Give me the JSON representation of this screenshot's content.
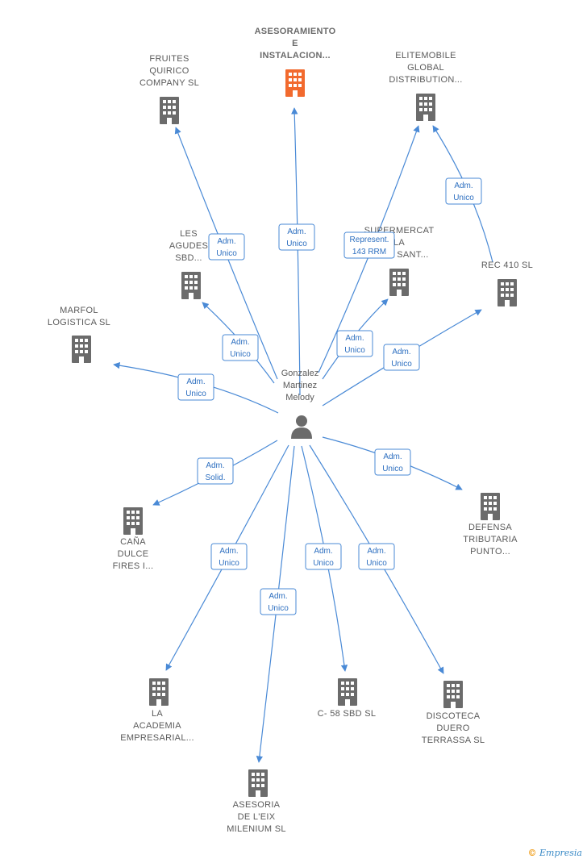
{
  "center": {
    "label_lines": [
      "Gonzalez",
      "Martinez",
      "Melody"
    ],
    "icon": "person-icon"
  },
  "companies": [
    {
      "id": "asesoramiento",
      "lines": [
        "ASESORAMIENTO",
        "E",
        "INSTALACION..."
      ],
      "highlight": true,
      "color": "#f26a2e"
    },
    {
      "id": "fruites",
      "lines": [
        "FRUITES",
        "QUIRICO",
        "COMPANY  SL"
      ]
    },
    {
      "id": "elitemobile",
      "lines": [
        "ELITEMOBILE",
        "GLOBAL",
        "DISTRIBUTION..."
      ]
    },
    {
      "id": "les-agudes",
      "lines": [
        "LES",
        "AGUDES",
        "SBD..."
      ]
    },
    {
      "id": "supermercat",
      "lines": [
        "SUPERMERCAT",
        "LA",
        "CASA SANT..."
      ]
    },
    {
      "id": "rec410",
      "lines": [
        "REC 410 SL"
      ]
    },
    {
      "id": "marfol",
      "lines": [
        "MARFOL",
        "LOGISTICA  SL"
      ]
    },
    {
      "id": "cana-dulce",
      "lines": [
        "CAÑA",
        "DULCE",
        "FIRES I..."
      ]
    },
    {
      "id": "defensa",
      "lines": [
        "DEFENSA",
        "TRIBUTARIA",
        "PUNTO..."
      ]
    },
    {
      "id": "academia",
      "lines": [
        "LA",
        "ACADEMIA",
        "EMPRESARIAL..."
      ]
    },
    {
      "id": "c58",
      "lines": [
        "C- 58 SBD SL"
      ]
    },
    {
      "id": "discoteca",
      "lines": [
        "DISCOTECA",
        "DUERO",
        "TERRASSA  SL"
      ]
    },
    {
      "id": "asesoria",
      "lines": [
        "ASESORIA",
        "DE L'EIX",
        "MILENIUM SL"
      ]
    }
  ],
  "relations": [
    {
      "target": "asesoramiento",
      "lines": [
        "Adm.",
        "Unico"
      ]
    },
    {
      "target": "fruites",
      "lines": [
        "Adm.",
        "Unico"
      ]
    },
    {
      "target": "elitemobile",
      "lines": [
        "Represent.",
        "143 RRM"
      ]
    },
    {
      "target": "elitemobile",
      "from": "rec410",
      "lines": [
        "Adm.",
        "Unico"
      ]
    },
    {
      "target": "les-agudes",
      "lines": [
        "Adm.",
        "Unico"
      ]
    },
    {
      "target": "supermercat",
      "lines": [
        "Adm.",
        "Unico"
      ]
    },
    {
      "target": "rec410",
      "lines": [
        "Adm.",
        "Unico"
      ]
    },
    {
      "target": "marfol",
      "lines": [
        "Adm.",
        "Unico"
      ]
    },
    {
      "target": "cana-dulce",
      "lines": [
        "Adm.",
        "Solid."
      ]
    },
    {
      "target": "defensa",
      "lines": [
        "Adm.",
        "Unico"
      ]
    },
    {
      "target": "academia",
      "lines": [
        "Adm.",
        "Unico"
      ]
    },
    {
      "target": "asesoria",
      "lines": [
        "Adm.",
        "Unico"
      ]
    },
    {
      "target": "c58",
      "lines": [
        "Adm.",
        "Unico"
      ]
    },
    {
      "target": "discoteca",
      "lines": [
        "Adm.",
        "Unico"
      ]
    }
  ],
  "colors": {
    "edge": "#4a8ad6",
    "building": "#6b6b6b",
    "highlight": "#f26a2e"
  },
  "footer": {
    "copyright": "©",
    "brand": "mpresia",
    "brand_initial": "E"
  }
}
